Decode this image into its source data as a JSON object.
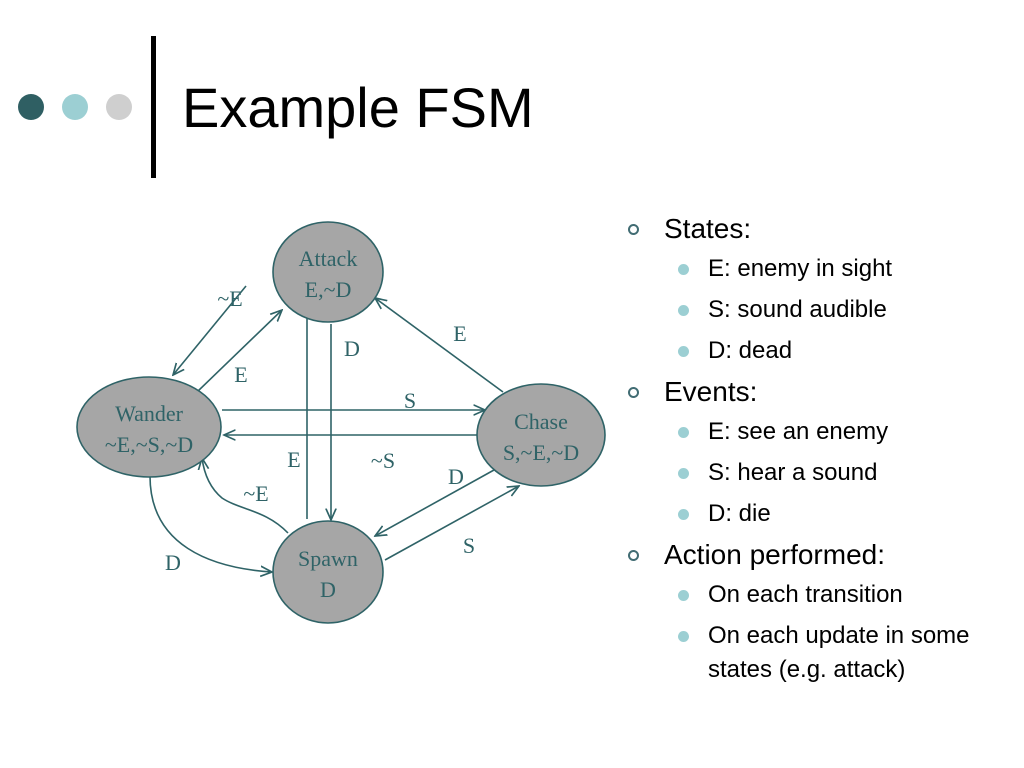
{
  "slide": {
    "title": "Example FSM",
    "accent_colors": {
      "dot_dark": "#2f5f63",
      "dot_mid": "#9ccfd3",
      "dot_light": "#cfcfcf",
      "node_fill": "#a6a6a6",
      "line": "#2f6367",
      "text": "#2f6367"
    }
  },
  "diagram": {
    "nodes": [
      {
        "id": "attack",
        "line1": "Attack",
        "line2": "E,~D"
      },
      {
        "id": "wander",
        "line1": "Wander",
        "line2": "~E,~S,~D"
      },
      {
        "id": "chase",
        "line1": "Chase",
        "line2": "S,~E,~D"
      },
      {
        "id": "spawn",
        "line1": "Spawn",
        "line2": "D"
      }
    ],
    "edges": [
      {
        "from": "attack",
        "to": "wander",
        "label": "~E"
      },
      {
        "from": "wander",
        "to": "attack",
        "label": "E"
      },
      {
        "from": "attack",
        "to": "spawn",
        "label": "D"
      },
      {
        "from": "chase",
        "to": "attack",
        "label": "E"
      },
      {
        "from": "wander",
        "to": "chase",
        "label": "S"
      },
      {
        "from": "chase",
        "to": "wander",
        "label": "~S"
      },
      {
        "from": "spawn",
        "to": "attack",
        "label": "E"
      },
      {
        "from": "spawn",
        "to": "wander",
        "label": "~E"
      },
      {
        "from": "wander",
        "to": "spawn",
        "label": "D"
      },
      {
        "from": "chase",
        "to": "spawn",
        "label": "D"
      },
      {
        "from": "spawn",
        "to": "chase",
        "label": "S"
      }
    ]
  },
  "bullets": [
    {
      "text": "States:",
      "items": [
        "E: enemy in sight",
        "S: sound audible",
        "D: dead"
      ]
    },
    {
      "text": "Events:",
      "items": [
        "E: see an enemy",
        "S: hear a sound",
        "D: die"
      ]
    },
    {
      "text": "Action performed:",
      "items": [
        "On each transition",
        "On each update in some states (e.g. attack)"
      ]
    }
  ]
}
